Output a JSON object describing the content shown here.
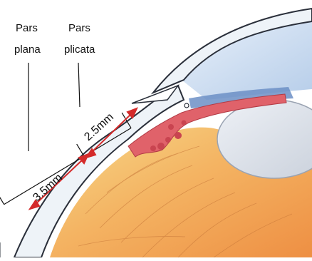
{
  "diagram": {
    "labels": {
      "pars_plana_line1": "Pars",
      "pars_plana_line2": "plana",
      "pars_plicata_line1": "Pars",
      "pars_plicata_line2": "plicata"
    },
    "measurements": {
      "pars_plana_width": "3.5mm",
      "pars_plicata_width": "2.5mm"
    },
    "colors": {
      "sclera_outline": "#2a2f3a",
      "sclera_fill": "#eef3f8",
      "cornea_blue": "#a9c4e6",
      "lens_grey": "#d8dde6",
      "ciliary_red": "#e0626a",
      "retina_orange": "#f2a24a",
      "retina_yellow": "#f6d27a",
      "arrow_red": "#d42a2a"
    }
  }
}
